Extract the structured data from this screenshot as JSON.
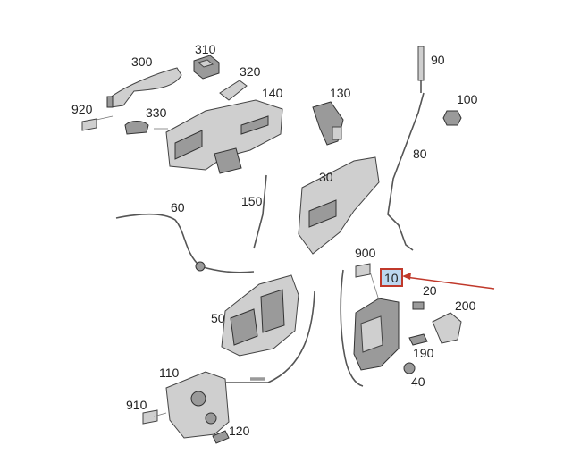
{
  "labels": {
    "p300": "300",
    "p310": "310",
    "p320": "320",
    "p140": "140",
    "p130": "130",
    "p90": "90",
    "p100": "100",
    "p920": "920",
    "p330": "330",
    "p80": "80",
    "p30": "30",
    "p150": "150",
    "p60": "60",
    "p900": "900",
    "p10": "10",
    "p20": "20",
    "p200": "200",
    "p50": "50",
    "p190": "190",
    "p40": "40",
    "p110": "110",
    "p910": "910",
    "p120": "120"
  },
  "highlight": {
    "part": "10",
    "color": "#c0392b"
  }
}
